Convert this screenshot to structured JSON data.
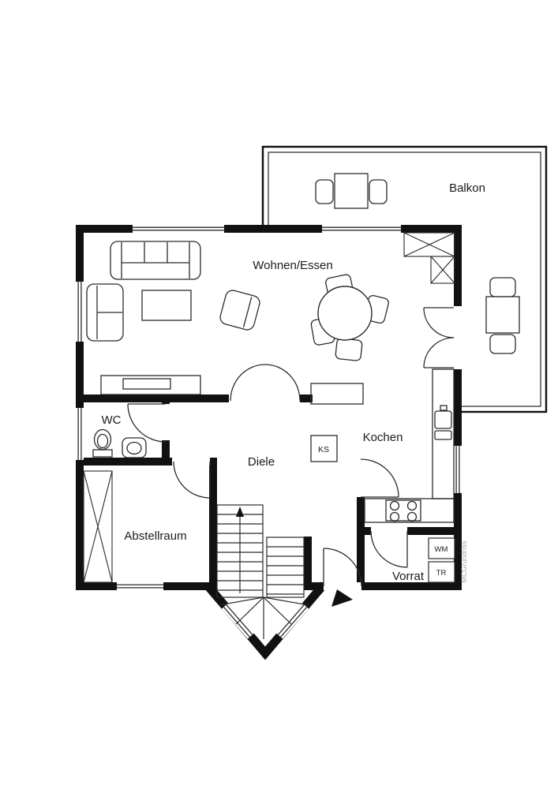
{
  "rooms": {
    "balkon": "Balkon",
    "wohnen_essen": "Wohnen/Essen",
    "wc": "WC",
    "diele": "Diele",
    "kochen": "Kochen",
    "abstellraum": "Abstellraum",
    "vorrat": "Vorrat"
  },
  "appliances": {
    "ks": "KS",
    "wm": "WM",
    "tr": "TR"
  },
  "watermark": "MCGrundriss",
  "colors": {
    "wall": "#111111",
    "line": "#2b2b2b",
    "text": "#1a1a1a",
    "watermark": "#a9a9a9",
    "background": "#ffffff"
  }
}
